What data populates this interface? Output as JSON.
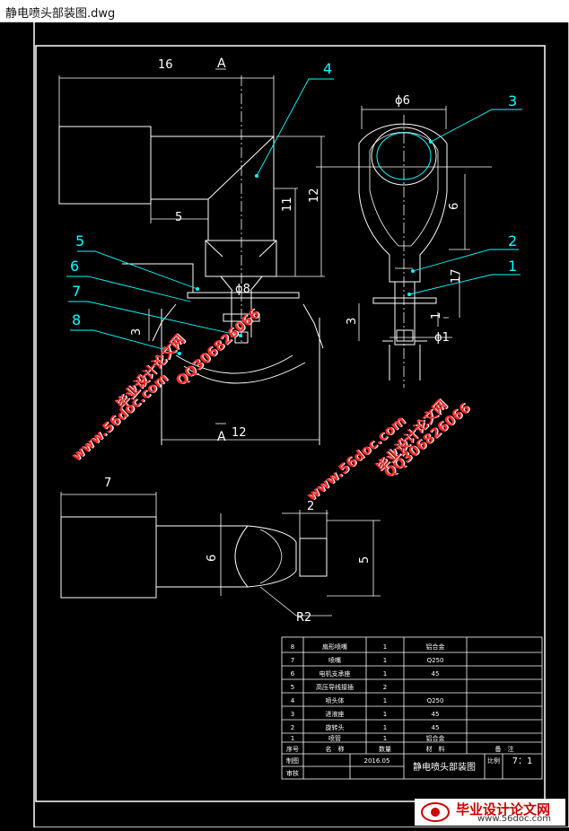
{
  "window": {
    "title": "静电喷头部装图.dwg"
  },
  "section_marks": {
    "a_top": "A",
    "a_bottom": "A"
  },
  "dims": {
    "d16": "16",
    "d5": "5",
    "d11": "11",
    "d12_v": "12",
    "phi8": "ϕ8",
    "d3_left": "3",
    "d12_bottom": "12",
    "phi6": "ϕ6",
    "d6_right": "6",
    "d17": "17",
    "d3_right": "3",
    "d1": "1",
    "phi1": "ϕ1",
    "d7": "7",
    "d2": "2",
    "d6_bottom": "6",
    "d5_bottom": "5",
    "r2": "R2"
  },
  "callouts": [
    "4",
    "3",
    "5",
    "6",
    "7",
    "8",
    "2",
    "1"
  ],
  "bom": {
    "rows": [
      {
        "no": "8",
        "name": "扇形喷嘴",
        "qty": "1",
        "material": "铝合金",
        "note": ""
      },
      {
        "no": "7",
        "name": "喷嘴",
        "qty": "1",
        "material": "Q250",
        "note": ""
      },
      {
        "no": "6",
        "name": "电机支承座",
        "qty": "1",
        "material": "45",
        "note": ""
      },
      {
        "no": "5",
        "name": "高压导线接插",
        "qty": "2",
        "material": "",
        "note": ""
      },
      {
        "no": "4",
        "name": "喷头体",
        "qty": "1",
        "material": "Q250",
        "note": ""
      },
      {
        "no": "3",
        "name": "进液座",
        "qty": "1",
        "material": "45",
        "note": ""
      },
      {
        "no": "2",
        "name": "旋转头",
        "qty": "1",
        "material": "45",
        "note": ""
      },
      {
        "no": "1",
        "name": "喷管",
        "qty": "1",
        "material": "铝合金",
        "note": ""
      }
    ],
    "header": {
      "no": "序号",
      "name": "名　称",
      "qty": "数量",
      "material": "材　料",
      "note": "备　注"
    },
    "title_block": {
      "draw_label": "制图",
      "check_label": "审核",
      "date": "2016.05",
      "drawing_name": "静电喷头部装图",
      "scale_label": "比例",
      "scale": "7：1"
    }
  },
  "watermarks": {
    "w1": "毕业设计论文网",
    "w2": "www.56doc.com",
    "w3": "QQ306826066",
    "w4": "www.56doc.com",
    "w5": "QQ306826066",
    "w6": "毕业设计论文网"
  },
  "logo": {
    "text": "毕业设计论文网",
    "url": "www.56doc.com"
  }
}
